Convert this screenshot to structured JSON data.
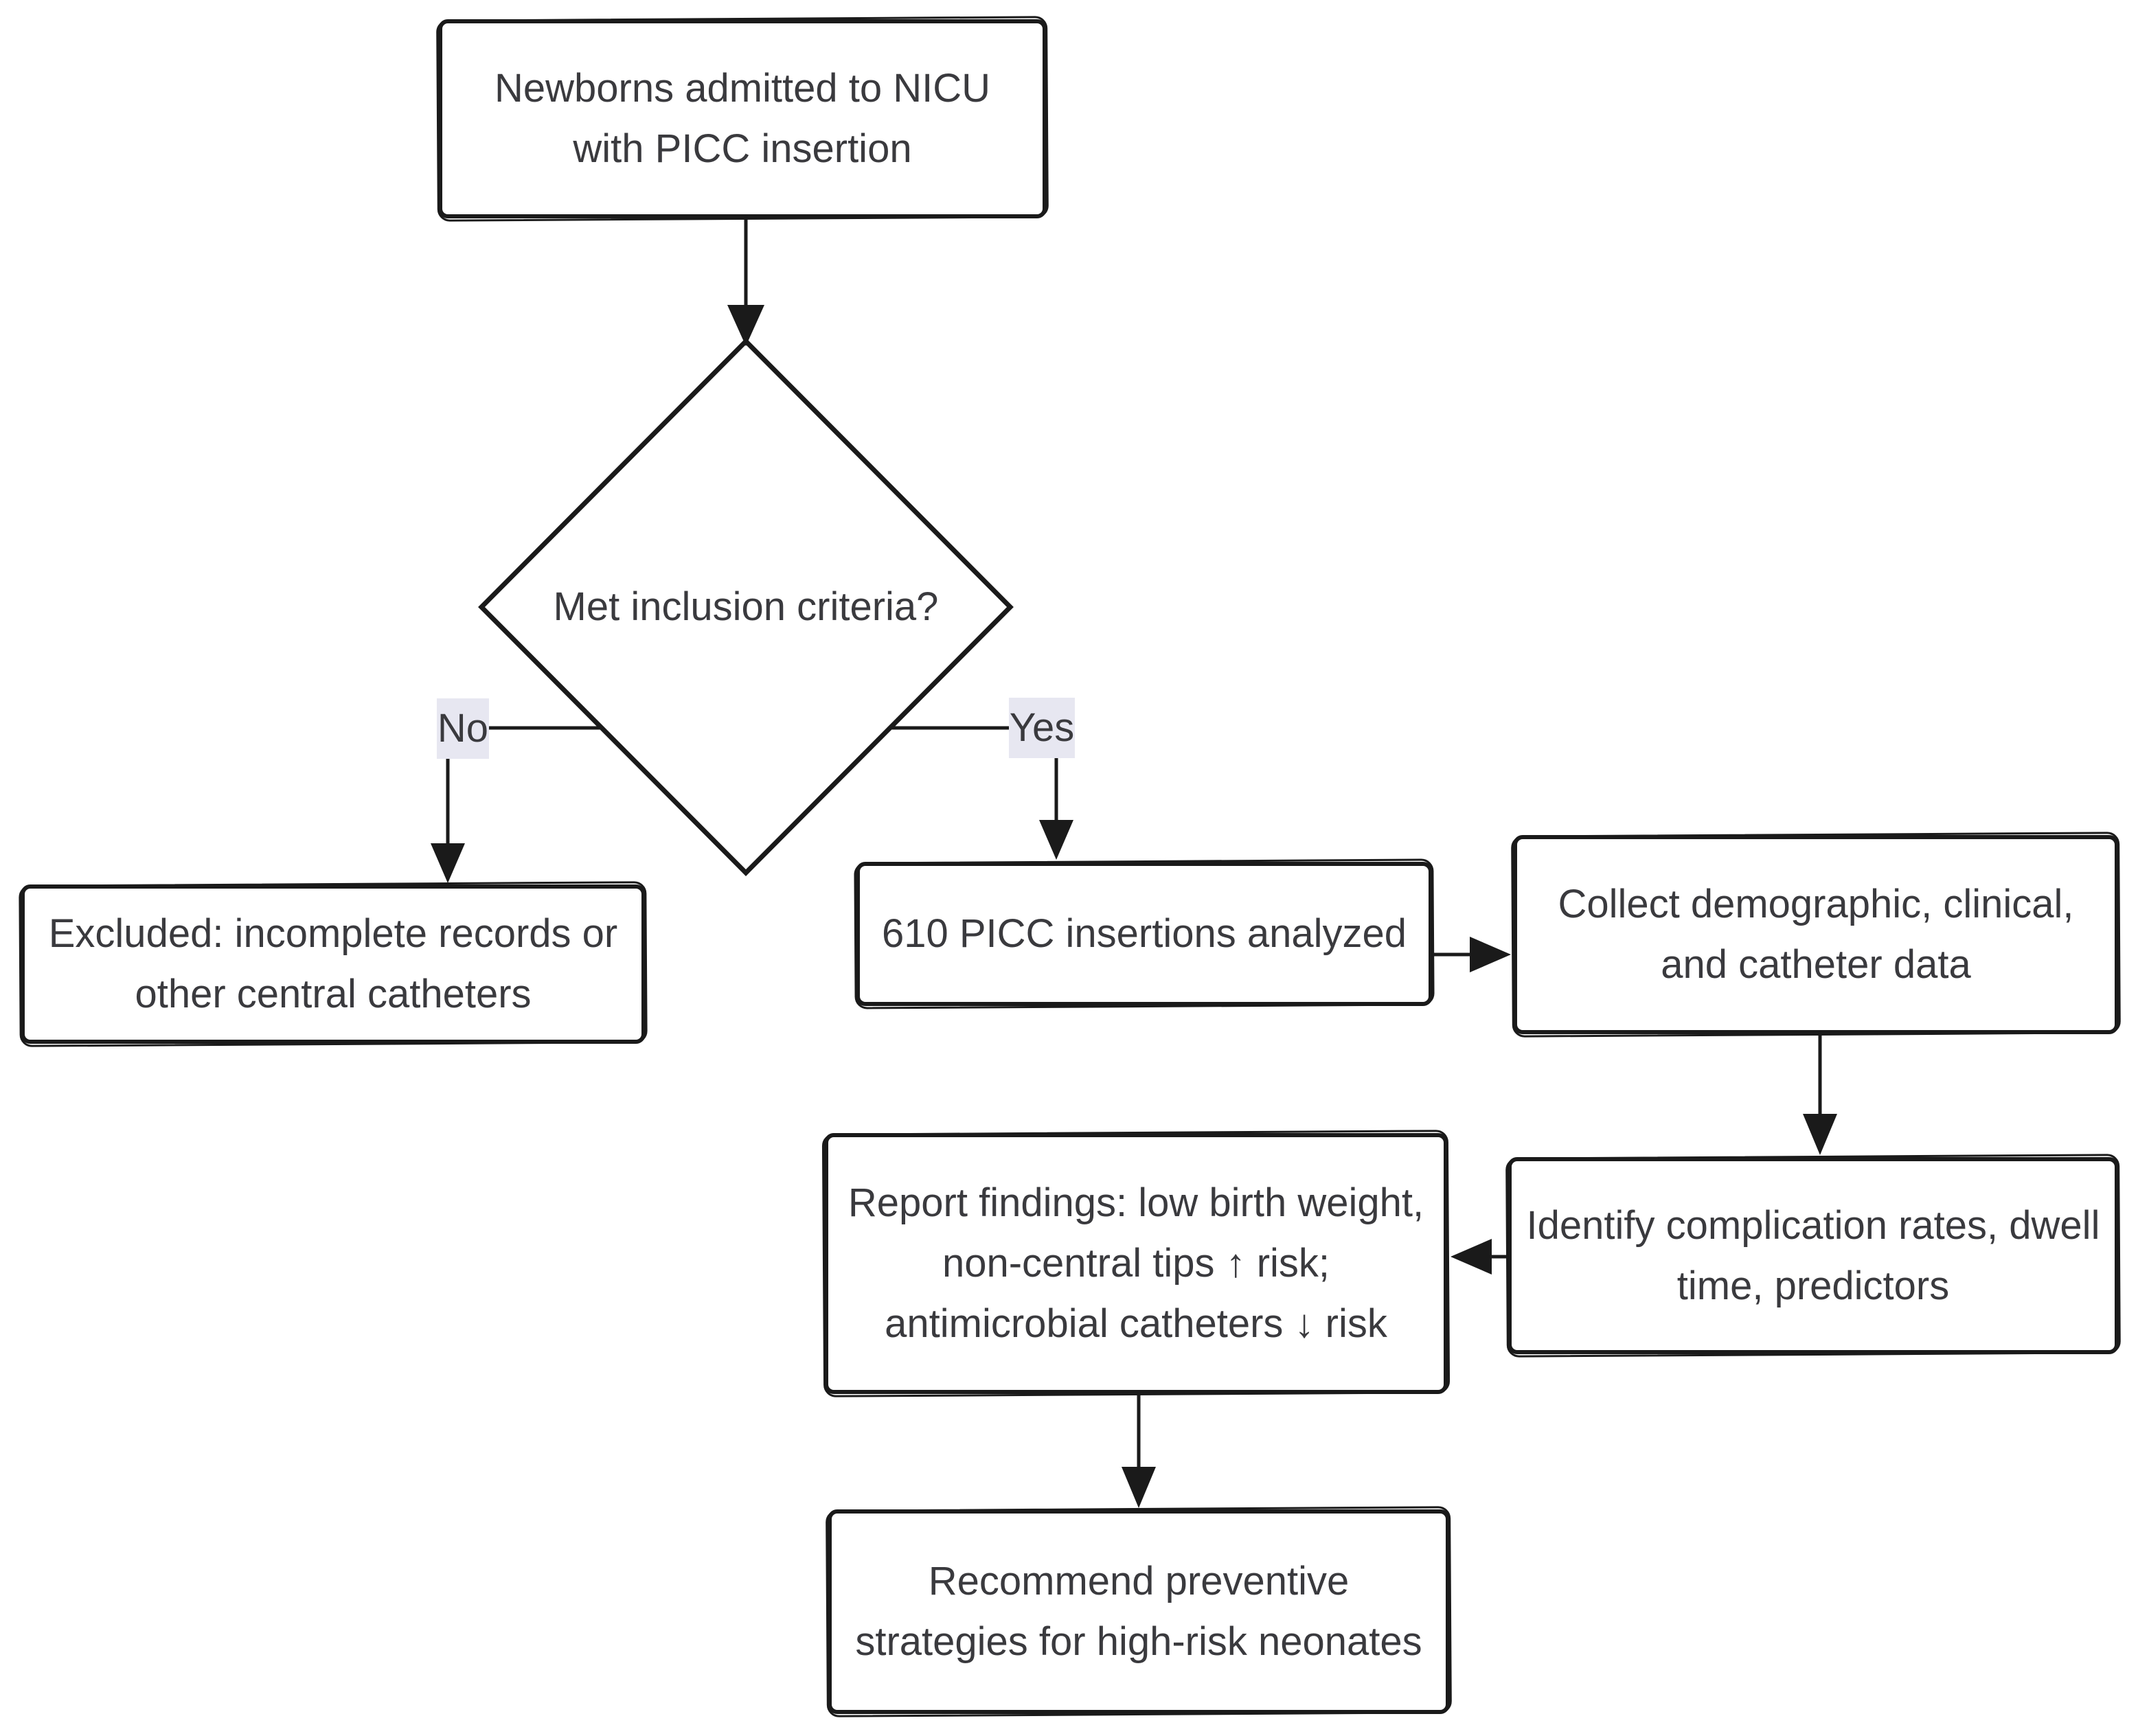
{
  "flowchart": {
    "type": "flowchart",
    "nodes": {
      "start": {
        "lines": [
          "Newborns admitted to NICU",
          "with PICC insertion"
        ]
      },
      "decision": {
        "label": "Met inclusion criteria?"
      },
      "excluded": {
        "lines": [
          "Excluded: incomplete records or",
          "other central catheters"
        ]
      },
      "analyzed": {
        "lines": [
          "610 PICC insertions analyzed"
        ]
      },
      "collect": {
        "lines": [
          "Collect demographic, clinical,",
          "and catheter data"
        ]
      },
      "identify": {
        "lines": [
          "Identify complication rates, dwell",
          "time, predictors"
        ]
      },
      "report": {
        "lines": [
          "Report findings: low birth weight,",
          "non-central tips ↑ risk;",
          "antimicrobial catheters ↓ risk"
        ]
      },
      "recommend": {
        "lines": [
          "Recommend preventive",
          "strategies for high-risk neonates"
        ]
      }
    },
    "branches": {
      "no_label": "No",
      "yes_label": "Yes"
    },
    "colors": {
      "stroke": "#1a1a1a",
      "text": "#3a3a3e",
      "branch_highlight": "#e7e7f1",
      "background": "#ffffff"
    }
  }
}
